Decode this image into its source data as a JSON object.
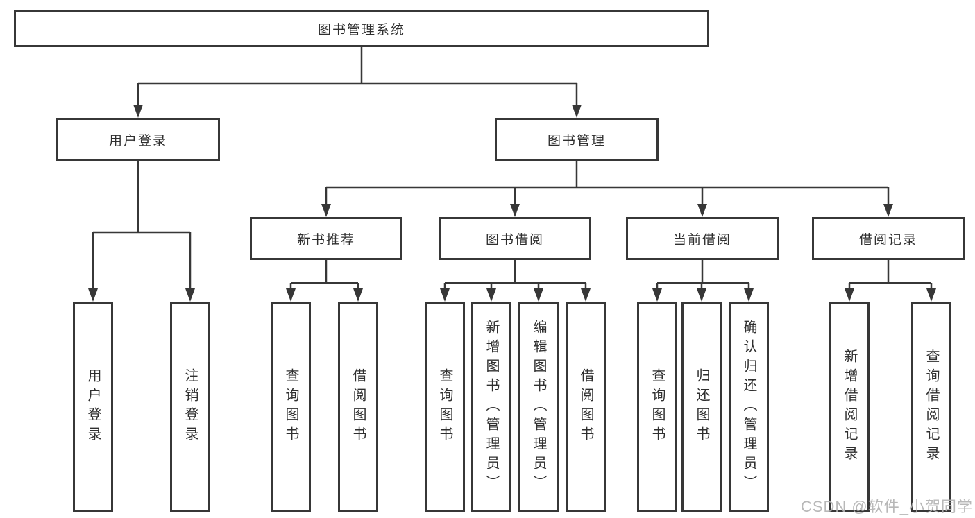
{
  "diagram": {
    "root": {
      "label": "图书管理系统",
      "children": [
        {
          "label": "用户登录",
          "children": [
            {
              "label": "用户登录"
            },
            {
              "label": "注销登录"
            }
          ]
        },
        {
          "label": "图书管理",
          "children": [
            {
              "label": "新书推荐",
              "children": [
                {
                  "label": "查询图书"
                },
                {
                  "label": "借阅图书"
                }
              ]
            },
            {
              "label": "图书借阅",
              "children": [
                {
                  "label": "查询图书"
                },
                {
                  "label": "新增图书（管理员）"
                },
                {
                  "label": "编辑图书（管理员）"
                },
                {
                  "label": "借阅图书"
                }
              ]
            },
            {
              "label": "当前借阅",
              "children": [
                {
                  "label": "查询图书"
                },
                {
                  "label": "归还图书"
                },
                {
                  "label": "确认归还（管理员）"
                }
              ]
            },
            {
              "label": "借阅记录",
              "children": [
                {
                  "label": "新增借阅记录"
                },
                {
                  "label": "查询借阅记录"
                }
              ]
            }
          ]
        }
      ]
    }
  },
  "watermark": {
    "text": "CSDN @软件_小贺同学"
  },
  "colors": {
    "line": "#373737",
    "box_border": "#373737",
    "box_fill": "#ffffff",
    "text": "#2f2f2f",
    "watermark": "#b2b2b2"
  }
}
